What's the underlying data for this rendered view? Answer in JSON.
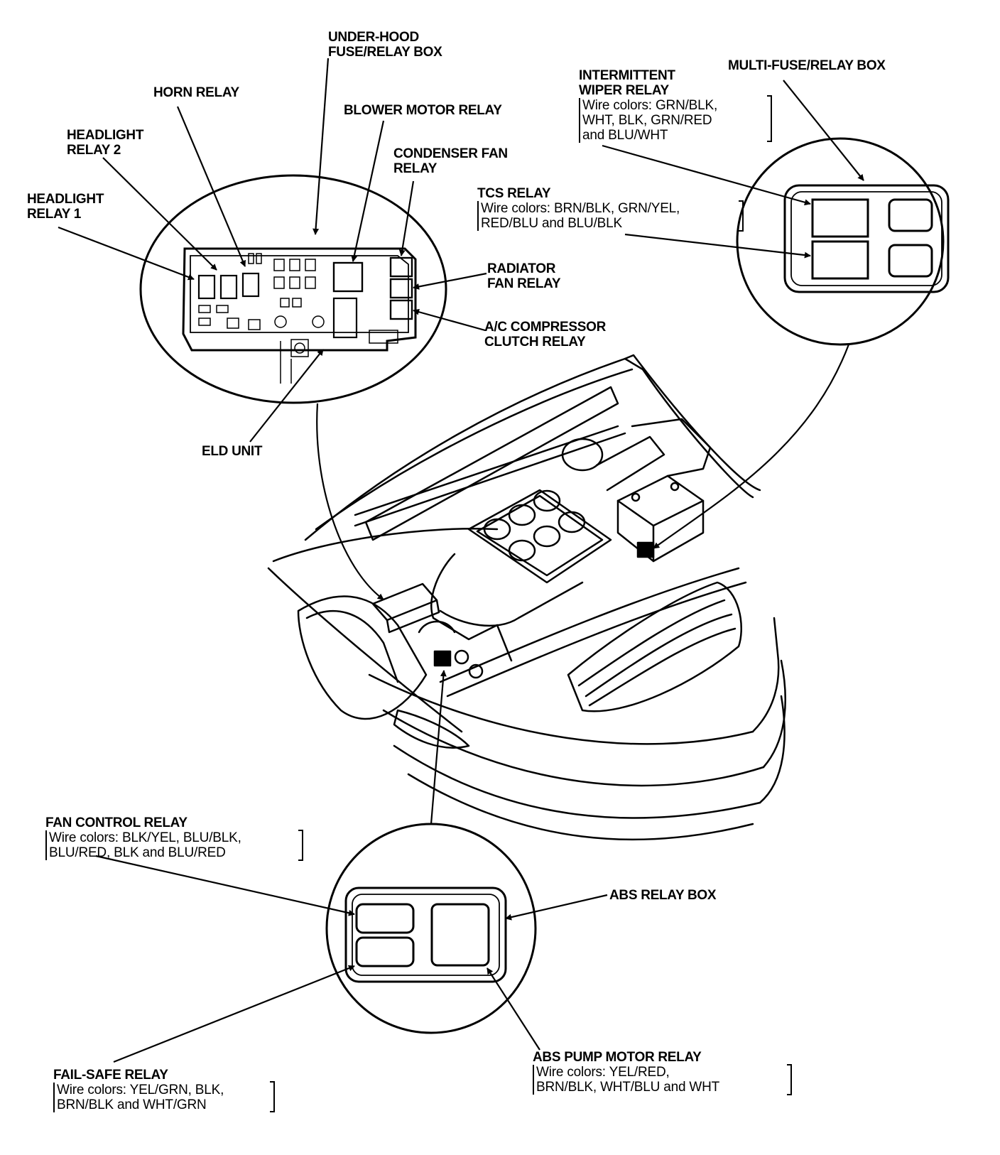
{
  "labels": {
    "under_hood_box": {
      "l1": "UNDER-HOOD",
      "l2": "FUSE/RELAY BOX"
    },
    "horn_relay": "HORN RELAY",
    "blower_motor_relay": "BLOWER MOTOR RELAY",
    "headlight_relay_2": {
      "l1": "HEADLIGHT",
      "l2": "RELAY 2"
    },
    "condenser_fan_relay": {
      "l1": "CONDENSER FAN",
      "l2": "RELAY"
    },
    "headlight_relay_1": {
      "l1": "HEADLIGHT",
      "l2": "RELAY 1"
    },
    "radiator_fan_relay": {
      "l1": "RADIATOR",
      "l2": "FAN RELAY"
    },
    "ac_compressor_relay": {
      "l1": "A/C COMPRESSOR",
      "l2": "CLUTCH RELAY"
    },
    "eld_unit": "ELD UNIT",
    "intermittent_wiper_relay": {
      "l1": "INTERMITTENT",
      "l2": "WIPER RELAY",
      "w1": "Wire colors: GRN/BLK,",
      "w2": "WHT, BLK, GRN/RED",
      "w3": "and BLU/WHT"
    },
    "multi_fuse_box": "MULTI-FUSE/RELAY BOX",
    "tcs_relay": {
      "l1": "TCS RELAY",
      "w1": "Wire colors: BRN/BLK, GRN/YEL,",
      "w2": "RED/BLU and BLU/BLK"
    },
    "fan_control_relay": {
      "l1": "FAN CONTROL RELAY",
      "w1": "Wire colors: BLK/YEL, BLU/BLK,",
      "w2": "BLU/RED, BLK and BLU/RED"
    },
    "abs_relay_box": "ABS RELAY BOX",
    "abs_pump_motor_relay": {
      "l1": "ABS PUMP MOTOR RELAY",
      "w1": "Wire colors: YEL/RED,",
      "w2": "BRN/BLK, WHT/BLU and WHT"
    },
    "fail_safe_relay": {
      "l1": "FAIL-SAFE RELAY",
      "w1": "Wire colors: YEL/GRN, BLK,",
      "w2": "BRN/BLK and WHT/GRN"
    }
  }
}
